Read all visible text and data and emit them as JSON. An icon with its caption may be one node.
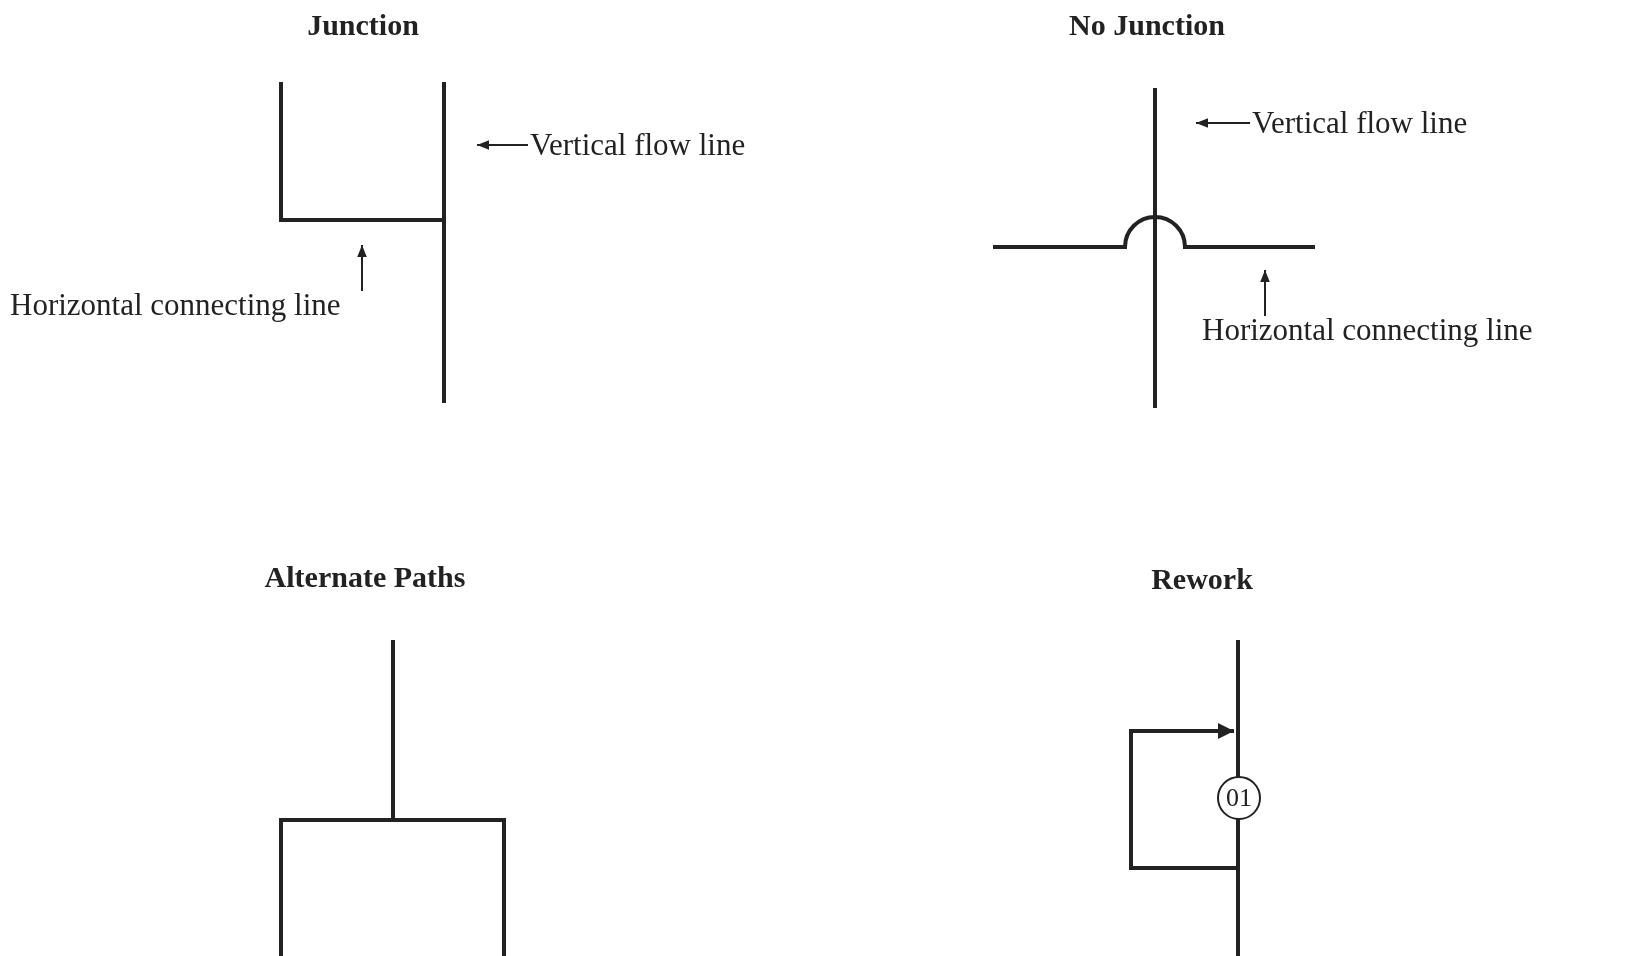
{
  "diagram": {
    "nodes": [
      {
        "text": [
          "Vertical flow line"
        ]
      },
      {
        "text": [
          "Horizontal connecting line"
        ]
      },
      {
        "text": [
          "Vertical flow line"
        ]
      },
      {
        "text": [
          "Horizontal connecting line"
        ]
      },
      {
        "text": [
          "01"
        ]
      }
    ],
    "edges": [
      {
        "from": 0,
        "to": null,
        "arrow": "to"
      },
      {
        "from": 1,
        "to": null,
        "arrow": "to"
      },
      {
        "from": 2,
        "to": null,
        "arrow": "to"
      },
      {
        "from": 3,
        "to": null,
        "arrow": "to"
      }
    ],
    "labels": [
      "Junction",
      "No Junction",
      "Alternate Paths",
      "Rework"
    ]
  }
}
